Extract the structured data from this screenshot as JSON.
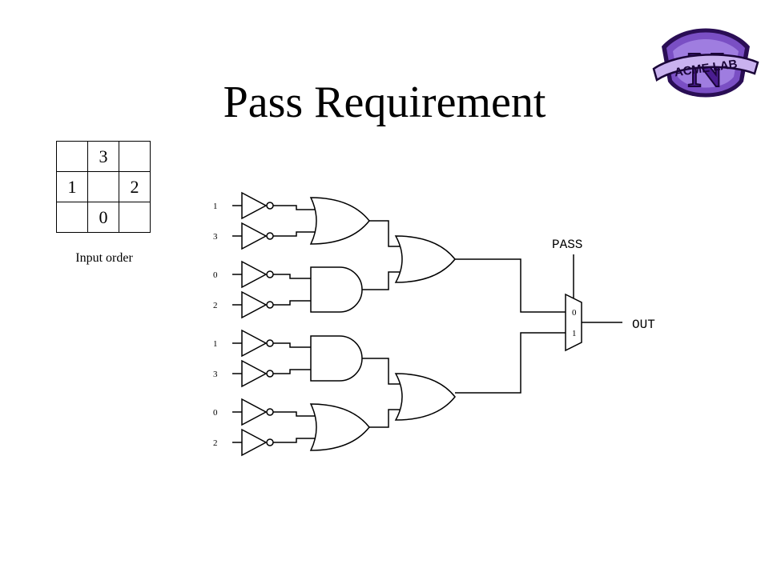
{
  "title": "Pass Requirement",
  "logo": {
    "text": "ACME LAB",
    "letter": "N",
    "colors": {
      "fill": "#7a4fc4",
      "dark": "#2a0e55",
      "light": "#c9b2ef"
    }
  },
  "input_grid": [
    [
      "",
      "3",
      ""
    ],
    [
      "1",
      "",
      "2"
    ],
    [
      "",
      "0",
      ""
    ]
  ],
  "input_order_label": "Input order",
  "circuit": {
    "inputs": [
      "1",
      "3",
      "0",
      "2",
      "1",
      "3",
      "0",
      "2"
    ],
    "mux_selects": [
      "0",
      "1"
    ],
    "pass_label": "PASS",
    "out_label": "OUT"
  }
}
